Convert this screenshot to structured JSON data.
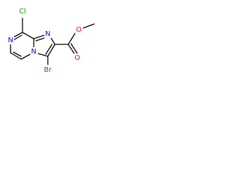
{
  "molecule": {
    "atoms": [
      {
        "id": "Cl",
        "label": "Cl",
        "color": "#00a000"
      },
      {
        "id": "N7",
        "label": "N",
        "color": "#0000ff"
      },
      {
        "id": "N1",
        "label": "N",
        "color": "#0000ff"
      },
      {
        "id": "N4",
        "label": "N",
        "color": "#0000ff"
      },
      {
        "id": "O_carbonyl",
        "label": "O",
        "color": "#ff0000"
      },
      {
        "id": "O_ester",
        "label": "O",
        "color": "#ff0000"
      },
      {
        "id": "Br",
        "label": "Br",
        "color": "#a52a2a"
      }
    ]
  }
}
